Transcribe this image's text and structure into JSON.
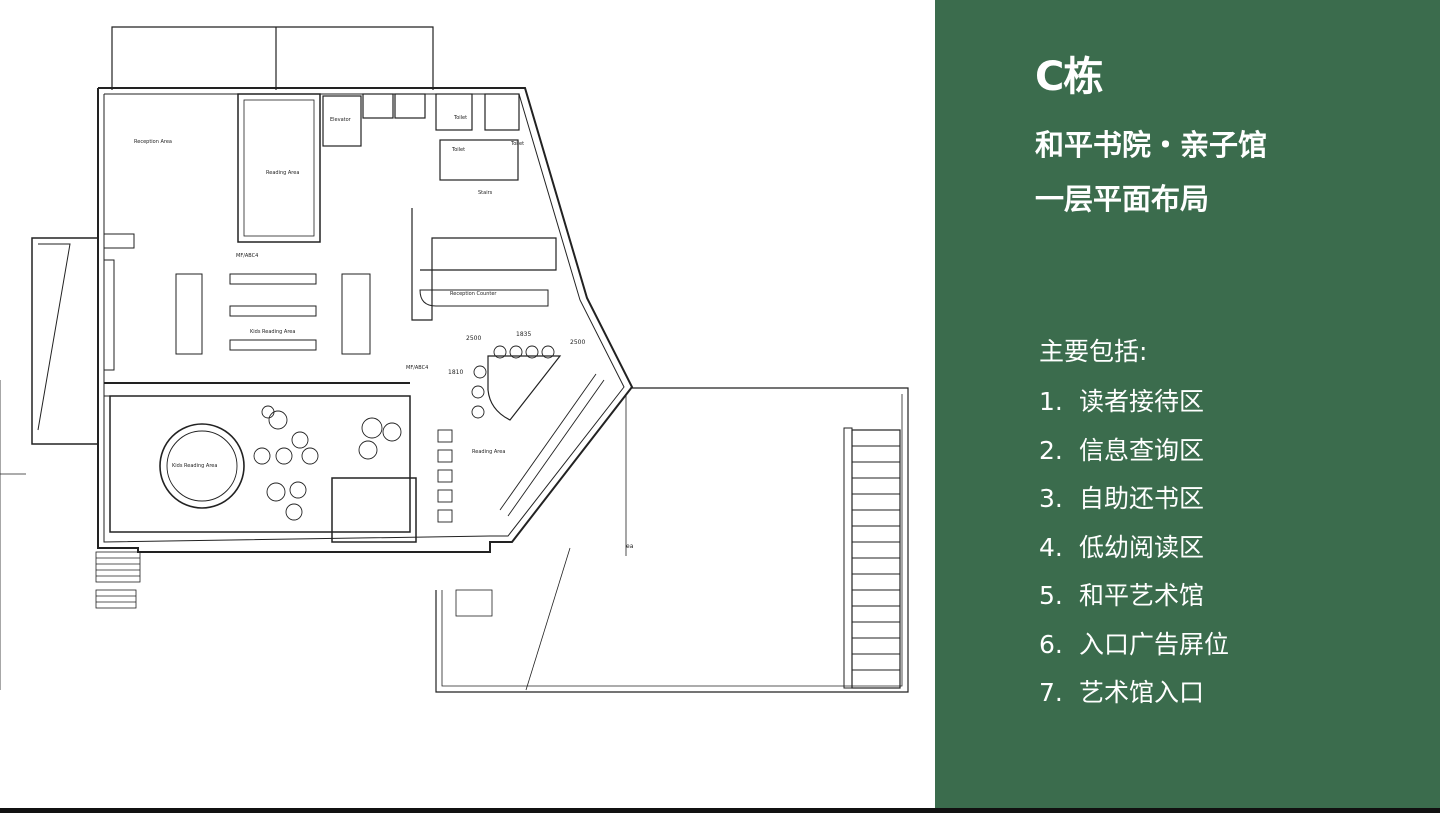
{
  "panel": {
    "title": "C栋",
    "subtitle_1": "和平书院・亲子馆",
    "subtitle_2": "一层平面布局",
    "list_heading": "主要包括:",
    "items": [
      {
        "num": "1.",
        "label": "读者接待区"
      },
      {
        "num": "2.",
        "label": "信息查询区"
      },
      {
        "num": "3.",
        "label": "自助还书区"
      },
      {
        "num": "4.",
        "label": "低幼阅读区"
      },
      {
        "num": "5.",
        "label": "和平艺术馆"
      },
      {
        "num": "6.",
        "label": "入口广告屏位"
      },
      {
        "num": "7.",
        "label": "艺术馆入口"
      }
    ],
    "background_color": "#3b6c4d"
  },
  "floor_plan": {
    "labels": {
      "reception_area": "Reception Area",
      "reading_area_top": "Reading Area",
      "elevator": "Elevator",
      "toilet_1": "Toilet",
      "toilet_2": "Toilet",
      "toilet_3": "Toilet",
      "stairs": "Stairs",
      "reception_counter": "Reception Counter",
      "kids_reading_area_center": "Kids Reading Area",
      "kids_reading_area_lower": "Kids Reading Area",
      "reading_area_right": "Reading Area",
      "gate_tag_1": "MF/ABC4",
      "gate_tag_2": "MF/ABC4",
      "dim_1": "1835",
      "dim_2": "2500",
      "dim_3": "2500",
      "dim_4": "1810",
      "fragment_ea": "ea"
    }
  }
}
